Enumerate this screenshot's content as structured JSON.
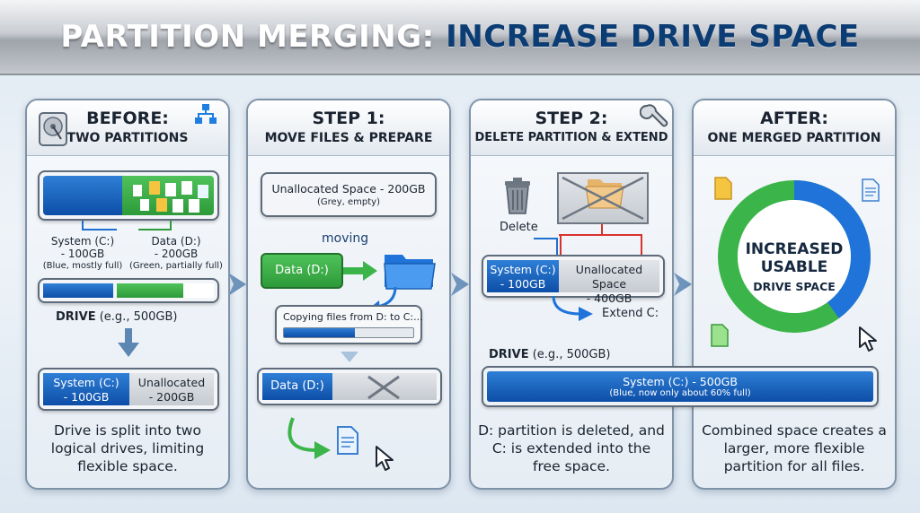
{
  "title": {
    "part1": "PARTITION MERGING:",
    "part2": "INCREASE DRIVE SPACE"
  },
  "panels": {
    "before": {
      "heading": "BEFORE:",
      "subheading": "TWO PARTITIONS",
      "system_label": "System (C:)",
      "system_size": "- 100GB",
      "system_note": "(Blue, mostly full)",
      "data_label": "Data (D:)",
      "data_size": "- 200GB",
      "data_note": "(Green, partially full)",
      "drive_label": "DRIVE",
      "drive_note": "(e.g., 500GB)",
      "result_system": "System (C:)",
      "result_system_size": "- 100GB",
      "result_unalloc": "Unallocated",
      "result_unalloc_size": "- 200GB",
      "caption": "Drive is split into two logical drives, limiting flexible space."
    },
    "step1": {
      "heading": "STEP 1:",
      "subheading": "MOVE FILES & PREPARE",
      "unalloc_title": "Unallocated Space - 200GB",
      "unalloc_note": "(Grey, empty)",
      "moving": "moving",
      "data_button": "Data (D:)",
      "copy_text": "Copying files from D: to C:...",
      "copy_progress": 0.55,
      "data_bar": "Data (D:)"
    },
    "step2": {
      "heading": "STEP 2:",
      "subheading": "DELETE PARTITION & EXTEND",
      "delete": "Delete",
      "system_label": "System (C:)",
      "system_size": "- 100GB",
      "unalloc_label": "Unallocated Space",
      "unalloc_size": "- 400GB",
      "extend": "Extend C:",
      "drive_label": "DRIVE",
      "drive_note": "(e.g., 500GB)",
      "merged_label": "System (C:) - 500GB",
      "merged_note": "(Blue, now only about 60% full)",
      "caption": "D: partition is deleted, and C: is extended into the free space."
    },
    "after": {
      "heading": "AFTER:",
      "subheading": "ONE MERGED PARTITION",
      "ring_line1": "INCREASED",
      "ring_line2": "USABLE",
      "ring_line3": "DRIVE SPACE",
      "ring_blue_fraction": 0.4,
      "caption": "Combined space creates a larger, more flexible partition for all files."
    }
  },
  "colors": {
    "blue": "#0d4ea7",
    "green": "#2e9a3a",
    "grey": "#c6cbd1",
    "red_line": "#d8322e"
  }
}
